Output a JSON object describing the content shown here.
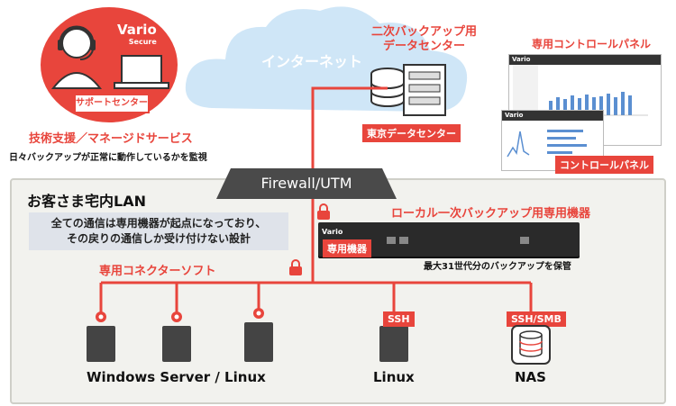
{
  "support": {
    "brand_top": "Vario",
    "brand_sub": "Secure",
    "center_tag": "サポートセンター",
    "service_title": "技術支援／マネージドサービス",
    "service_desc": "日々バックアップが正常に動作しているかを監視"
  },
  "internet": {
    "label": "インターネット"
  },
  "datacenter": {
    "title_line1": "二次バックアップ用",
    "title_line2": "データセンター",
    "tag": "東京データセンター"
  },
  "control_panel": {
    "title": "専用コントロールパネル",
    "tag": "コントロールパネル",
    "mini_brand": "Vario"
  },
  "firewall": {
    "label": "Firewall/UTM"
  },
  "lan": {
    "title": "お客さま宅内LAN",
    "notice_line1": "全ての通信は専用機器が起点になっており、",
    "notice_line2": "その戻りの通信しか受け付けない設計",
    "connector_label": "専用コネクターソフト"
  },
  "appliance": {
    "title": "ローカル一次バックアップ用専用機器",
    "tag": "専用機器",
    "brand": "Vario",
    "desc": "最大31世代分のバックアップを保管"
  },
  "endpoints": {
    "windows_linux": "Windows Server / Linux",
    "linux": "Linux",
    "nas": "NAS",
    "ssh_tag": "SSH",
    "ssh_smb_tag": "SSH/SMB"
  },
  "colors": {
    "accent": "#e8453c",
    "cloud": "#cfe6f7",
    "firewall": "#4a4a4a"
  }
}
